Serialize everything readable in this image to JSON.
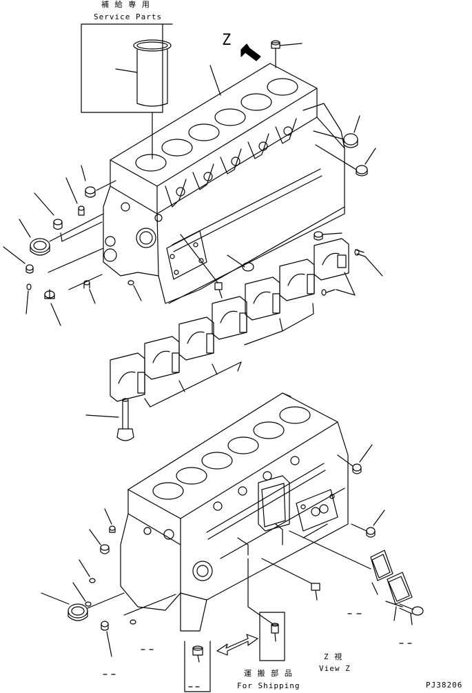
{
  "service_parts": {
    "jp": "補 給 専 用",
    "en": "Service Parts"
  },
  "view_marker": "Z",
  "view_z": {
    "jp": "Z  視",
    "en": "View Z"
  },
  "shipping": {
    "jp": "運 搬 部 品",
    "en": "For Shipping"
  },
  "drawing_code": "PJ38206",
  "colors": {
    "line": "#000000",
    "background": "#ffffff"
  }
}
